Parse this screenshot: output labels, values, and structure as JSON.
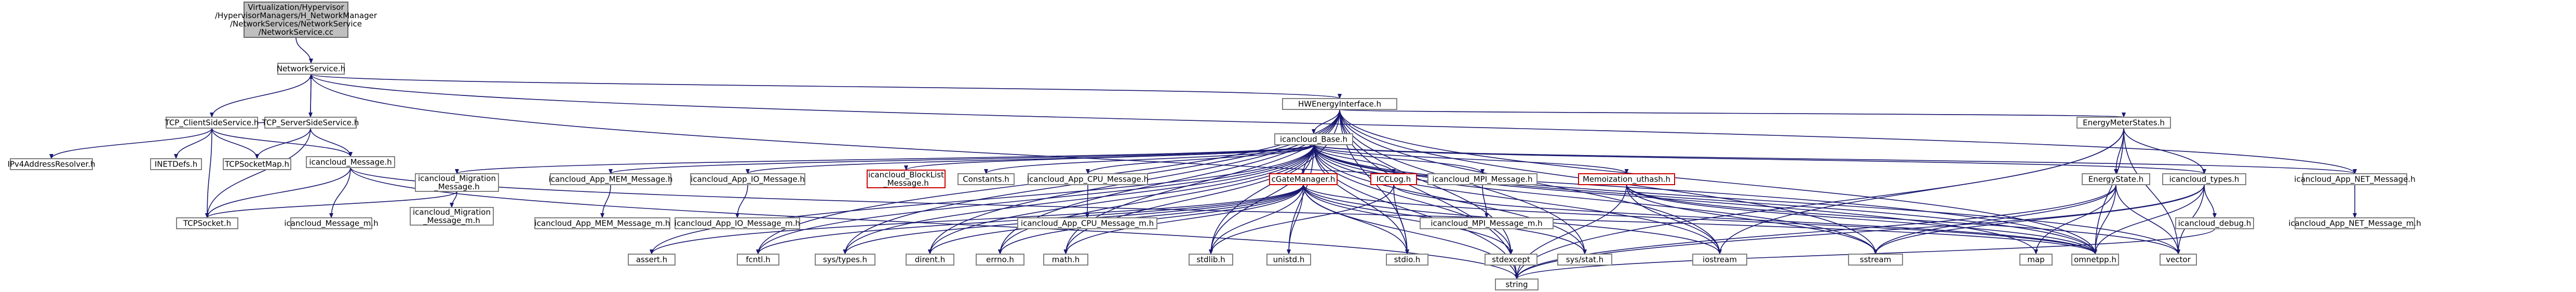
{
  "graph": {
    "edge_color": "#191970",
    "node_border": "#7f7f7f",
    "root_fill": "#bfbfbf",
    "missing_node_border": "#cc0000",
    "nodes": [
      {
        "id": "root",
        "label": [
          "Virtualization/Hypervisor",
          "/HypervisorManagers/H_NetworkManager",
          "/NetworkServices/NetworkService",
          "/NetworkService.cc"
        ],
        "style": "root"
      },
      {
        "id": "ns",
        "label": [
          "NetworkService.h"
        ]
      },
      {
        "id": "client",
        "label": [
          "TCP_ClientSideService.h"
        ]
      },
      {
        "id": "server",
        "label": [
          "TCP_ServerSideService.h"
        ]
      },
      {
        "id": "hwe",
        "label": [
          "HWEnergyInterface.h"
        ]
      },
      {
        "id": "ipv4",
        "label": [
          "IPv4AddressResolver.h"
        ]
      },
      {
        "id": "inetdefs",
        "label": [
          "INETDefs.h"
        ]
      },
      {
        "id": "tcpsockmap",
        "label": [
          "TCPSocketMap.h"
        ]
      },
      {
        "id": "tcpsocket",
        "label": [
          "TCPSocket.h"
        ]
      },
      {
        "id": "icmsg",
        "label": [
          "icancloud_Message.h"
        ]
      },
      {
        "id": "icmsgm",
        "label": [
          "icancloud_Message_m.h"
        ]
      },
      {
        "id": "base",
        "label": [
          "icancloud_Base.h"
        ]
      },
      {
        "id": "migr",
        "label": [
          "icancloud_Migration",
          "_Message.h"
        ]
      },
      {
        "id": "migrm",
        "label": [
          "icancloud_Migration",
          "_Message_m.h"
        ]
      },
      {
        "id": "mem",
        "label": [
          "icancloud_App_MEM_Message.h"
        ]
      },
      {
        "id": "memm",
        "label": [
          "icancloud_App_MEM_Message_m.h"
        ]
      },
      {
        "id": "io",
        "label": [
          "icancloud_App_IO_Message.h"
        ]
      },
      {
        "id": "iom",
        "label": [
          "icancloud_App_IO_Message_m.h"
        ]
      },
      {
        "id": "bl",
        "label": [
          "icancloud_BlockList",
          "_Message.h"
        ],
        "style": "red"
      },
      {
        "id": "consts",
        "label": [
          "Constants.h"
        ]
      },
      {
        "id": "cpu",
        "label": [
          "icancloud_App_CPU_Message.h"
        ]
      },
      {
        "id": "cpum",
        "label": [
          "icancloud_App_CPU_Message_m.h"
        ]
      },
      {
        "id": "cm",
        "label": [
          "cGateManager.h"
        ],
        "style": "red"
      },
      {
        "id": "iccl",
        "label": [
          "ICCLog.h"
        ],
        "style": "red"
      },
      {
        "id": "mpi",
        "label": [
          "icancloud_MPI_Message.h"
        ]
      },
      {
        "id": "mpim",
        "label": [
          "icancloud_MPI_Message_m.h"
        ]
      },
      {
        "id": "memo",
        "label": [
          "Memoization_uthash.h"
        ],
        "style": "red"
      },
      {
        "id": "ems",
        "label": [
          "EnergyMeterStates.h"
        ]
      },
      {
        "id": "es",
        "label": [
          "EnergyState.h"
        ]
      },
      {
        "id": "types",
        "label": [
          "icancloud_types.h"
        ]
      },
      {
        "id": "dbg",
        "label": [
          "icancloud_debug.h"
        ]
      },
      {
        "id": "net",
        "label": [
          "icancloud_App_NET_Message.h"
        ]
      },
      {
        "id": "netm",
        "label": [
          "icancloud_App_NET_Message_m.h"
        ]
      },
      {
        "id": "asserth",
        "label": [
          "assert.h"
        ]
      },
      {
        "id": "fcntl",
        "label": [
          "fcntl.h"
        ]
      },
      {
        "id": "systypes",
        "label": [
          "sys/types.h"
        ]
      },
      {
        "id": "dirent",
        "label": [
          "dirent.h"
        ]
      },
      {
        "id": "errno",
        "label": [
          "errno.h"
        ]
      },
      {
        "id": "math",
        "label": [
          "math.h"
        ]
      },
      {
        "id": "stdlib",
        "label": [
          "stdlib.h"
        ]
      },
      {
        "id": "unistd",
        "label": [
          "unistd.h"
        ]
      },
      {
        "id": "stdio",
        "label": [
          "stdio.h"
        ]
      },
      {
        "id": "stdexcept",
        "label": [
          "stdexcept"
        ]
      },
      {
        "id": "sysstat",
        "label": [
          "sys/stat.h"
        ]
      },
      {
        "id": "iostream",
        "label": [
          "iostream"
        ]
      },
      {
        "id": "sstream",
        "label": [
          "sstream"
        ]
      },
      {
        "id": "map",
        "label": [
          "map"
        ]
      },
      {
        "id": "omnetpp",
        "label": [
          "omnetpp.h"
        ]
      },
      {
        "id": "vector",
        "label": [
          "vector"
        ]
      },
      {
        "id": "string",
        "label": [
          "string"
        ]
      }
    ],
    "edges": [
      [
        "root",
        "ns"
      ],
      [
        "ns",
        "client"
      ],
      [
        "ns",
        "server"
      ],
      [
        "ns",
        "hwe"
      ],
      [
        "ns",
        "net"
      ],
      [
        "ns",
        "omnetpp"
      ],
      [
        "client",
        "ipv4"
      ],
      [
        "client",
        "inetdefs"
      ],
      [
        "client",
        "tcpsockmap"
      ],
      [
        "client",
        "tcpsocket"
      ],
      [
        "client",
        "icmsg"
      ],
      [
        "client",
        "server"
      ],
      [
        "server",
        "ns"
      ],
      [
        "server",
        "tcpsockmap"
      ],
      [
        "server",
        "tcpsocket"
      ],
      [
        "server",
        "icmsg"
      ],
      [
        "icmsg",
        "icmsgm"
      ],
      [
        "icmsg",
        "tcpsocket"
      ],
      [
        "icmsg",
        "string"
      ],
      [
        "icmsg",
        "omnetpp"
      ],
      [
        "hwe",
        "base"
      ],
      [
        "hwe",
        "ems"
      ],
      [
        "hwe",
        "string"
      ],
      [
        "hwe",
        "iostream"
      ],
      [
        "hwe",
        "sstream"
      ],
      [
        "hwe",
        "omnetpp"
      ],
      [
        "hwe",
        "stdexcept"
      ],
      [
        "hwe",
        "stdio"
      ],
      [
        "hwe",
        "math"
      ],
      [
        "hwe",
        "stdlib"
      ],
      [
        "hwe",
        "fcntl"
      ],
      [
        "hwe",
        "errno"
      ],
      [
        "hwe",
        "sysstat"
      ],
      [
        "hwe",
        "dirent"
      ],
      [
        "hwe",
        "systypes"
      ],
      [
        "base",
        "migr"
      ],
      [
        "base",
        "mem"
      ],
      [
        "base",
        "io"
      ],
      [
        "base",
        "bl"
      ],
      [
        "base",
        "consts"
      ],
      [
        "base",
        "cpu"
      ],
      [
        "base",
        "cm"
      ],
      [
        "base",
        "iccl"
      ],
      [
        "base",
        "mpi"
      ],
      [
        "base",
        "memo"
      ],
      [
        "base",
        "types"
      ],
      [
        "base",
        "net"
      ],
      [
        "base",
        "asserth"
      ],
      [
        "base",
        "fcntl"
      ],
      [
        "base",
        "systypes"
      ],
      [
        "base",
        "dirent"
      ],
      [
        "base",
        "errno"
      ],
      [
        "base",
        "math"
      ],
      [
        "base",
        "stdlib"
      ],
      [
        "base",
        "unistd"
      ],
      [
        "base",
        "stdio"
      ],
      [
        "base",
        "stdexcept"
      ],
      [
        "base",
        "sysstat"
      ],
      [
        "base",
        "iostream"
      ],
      [
        "base",
        "sstream"
      ],
      [
        "base",
        "map"
      ],
      [
        "base",
        "omnetpp"
      ],
      [
        "base",
        "vector"
      ],
      [
        "base",
        "string"
      ],
      [
        "migr",
        "migrm"
      ],
      [
        "migr",
        "tcpsocket"
      ],
      [
        "mem",
        "memm"
      ],
      [
        "io",
        "iom"
      ],
      [
        "cpu",
        "cpum"
      ],
      [
        "mpi",
        "mpim"
      ],
      [
        "net",
        "netm"
      ],
      [
        "cm",
        "asserth"
      ],
      [
        "cm",
        "fcntl"
      ],
      [
        "cm",
        "systypes"
      ],
      [
        "cm",
        "dirent"
      ],
      [
        "cm",
        "errno"
      ],
      [
        "cm",
        "math"
      ],
      [
        "cm",
        "stdlib"
      ],
      [
        "cm",
        "unistd"
      ],
      [
        "cm",
        "stdio"
      ],
      [
        "cm",
        "stdexcept"
      ],
      [
        "cm",
        "sysstat"
      ],
      [
        "cm",
        "iostream"
      ],
      [
        "cm",
        "string"
      ],
      [
        "cm",
        "omnetpp"
      ],
      [
        "iccl",
        "stdio"
      ],
      [
        "iccl",
        "stdlib"
      ],
      [
        "iccl",
        "omnetpp"
      ],
      [
        "memo",
        "iostream"
      ],
      [
        "memo",
        "sstream"
      ],
      [
        "memo",
        "string"
      ],
      [
        "memo",
        "omnetpp"
      ],
      [
        "memo",
        "vector"
      ],
      [
        "ems",
        "es"
      ],
      [
        "ems",
        "types"
      ],
      [
        "ems",
        "omnetpp"
      ],
      [
        "ems",
        "string"
      ],
      [
        "ems",
        "vector"
      ],
      [
        "ems",
        "iostream"
      ],
      [
        "es",
        "map"
      ],
      [
        "es",
        "omnetpp"
      ],
      [
        "es",
        "vector"
      ],
      [
        "es",
        "string"
      ],
      [
        "es",
        "sstream"
      ],
      [
        "types",
        "dbg"
      ],
      [
        "types",
        "omnetpp"
      ],
      [
        "types",
        "vector"
      ],
      [
        "types",
        "string"
      ],
      [
        "types",
        "sstream"
      ],
      [
        "dbg",
        "string"
      ]
    ]
  }
}
